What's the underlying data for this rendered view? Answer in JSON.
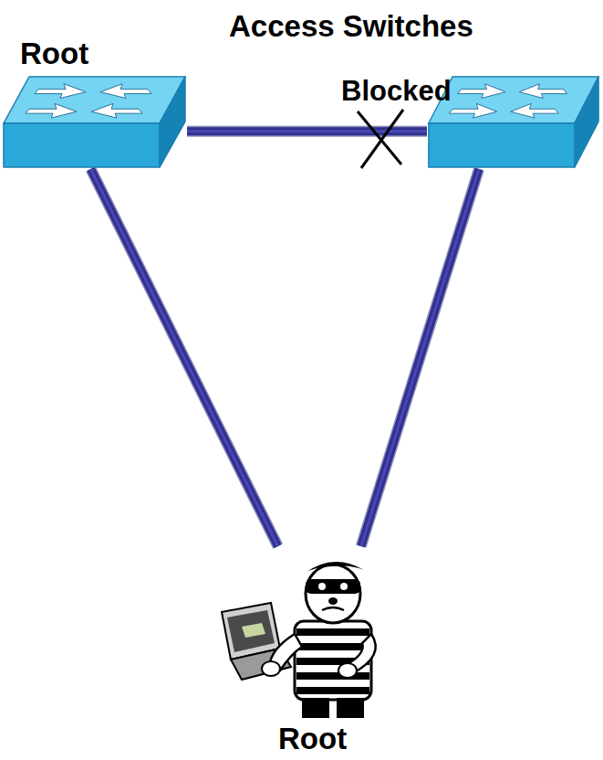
{
  "diagram": {
    "title": "Access Switches",
    "nodes": [
      {
        "text": [
          "Root"
        ]
      },
      {
        "text": []
      },
      {
        "text": [
          "Root"
        ]
      }
    ],
    "edges": [
      {
        "from": 0,
        "to": 1,
        "label": "Blocked",
        "arrow": "none"
      },
      {
        "from": 0,
        "to": 2,
        "arrow": "none"
      },
      {
        "from": 1,
        "to": 2,
        "arrow": "none"
      }
    ]
  }
}
